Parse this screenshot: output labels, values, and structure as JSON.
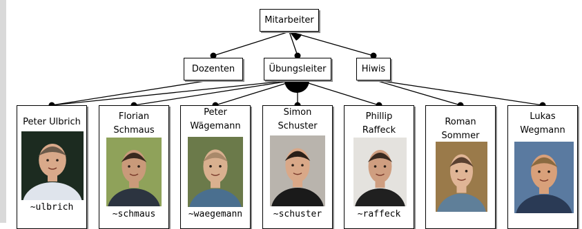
{
  "root": {
    "label": "Mitarbeiter"
  },
  "groups": [
    {
      "label": "Dozenten"
    },
    {
      "label": "Übungsleiter"
    },
    {
      "label": "Hiwis"
    }
  ],
  "people": [
    {
      "name": "Peter Ulbrich",
      "login": "~ulbrich",
      "bg": "#1c2b20",
      "skin": "#d9a98a",
      "hair": "#6b5a4a",
      "shirt": "#dfe4ec"
    },
    {
      "name": "Florian\nSchmaus",
      "login": "~schmaus",
      "bg": "#8fa25a",
      "skin": "#c99a7a",
      "hair": "#3a2a1f",
      "shirt": "#2c3440"
    },
    {
      "name": "Peter\nWägemann",
      "login": "~waegemann",
      "bg": "#6b7a4a",
      "skin": "#d9b08f",
      "hair": "#a9896a",
      "shirt": "#4a6f8f"
    },
    {
      "name": "Simon\nSchuster",
      "login": "~schuster",
      "bg": "#b9b4ad",
      "skin": "#d9a888",
      "hair": "#2a1f18",
      "shirt": "#1a1a1a"
    },
    {
      "name": "Phillip\nRaffeck",
      "login": "~raffeck",
      "bg": "#e4e2de",
      "skin": "#cf9e80",
      "hair": "#3a2a20",
      "shirt": "#202020"
    },
    {
      "name": "Roman\nSommer",
      "login": "",
      "bg": "#9a7a4a",
      "skin": "#e0b596",
      "hair": "#5a4030",
      "shirt": "#5f7f99"
    },
    {
      "name": "Lukas\nWegmann",
      "login": "",
      "bg": "#5a7aa0",
      "skin": "#d8a07a",
      "hair": "#8a6a40",
      "shirt": "#2a3a55"
    }
  ]
}
